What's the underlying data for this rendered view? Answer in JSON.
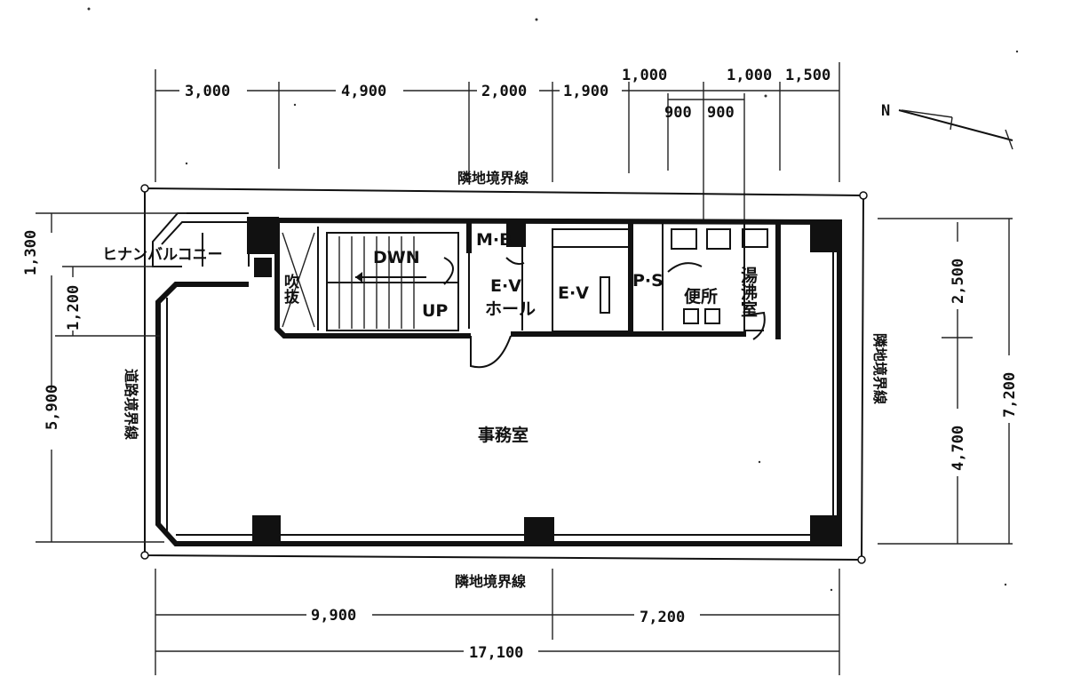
{
  "dimensions": {
    "top": [
      "3,000",
      "4,900",
      "2,000",
      "1,900",
      "1,000",
      "1,000",
      "1,500"
    ],
    "top_sub": [
      "900",
      "900"
    ],
    "bottom": [
      "9,900",
      "7,200"
    ],
    "bottom_total": "17,100",
    "left": [
      "1,300",
      "1,200",
      "5,900"
    ],
    "right": [
      "2,500",
      "4,700",
      "7,200"
    ]
  },
  "boundaries": {
    "top": "隣地境界線",
    "bottom": "隣地境界線",
    "right": "隣地境界線",
    "left": "道路境界線"
  },
  "rooms": {
    "balcony": "ヒナンバルコニー",
    "void": "吹抜",
    "stair_down": "DWN",
    "stair_up": "UP",
    "mb": "M·B",
    "ev_hall_1": "E·V",
    "ev_hall_2": "ホール",
    "ev": "E·V",
    "ps": "P·S",
    "toilet": "便所",
    "kitchen": "湯沸室",
    "office": "事務室"
  },
  "north_arrow": "N"
}
